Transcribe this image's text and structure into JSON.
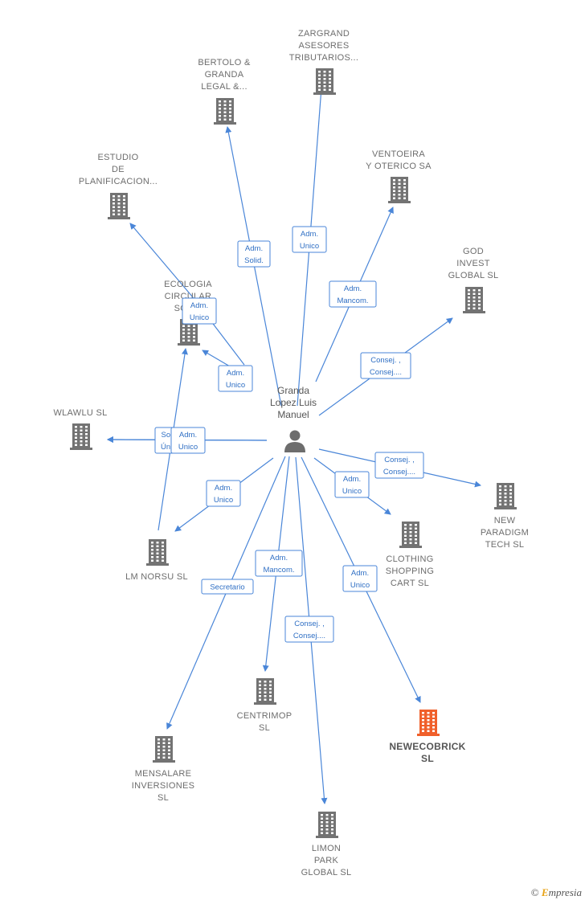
{
  "center": {
    "label": [
      "Granda",
      "Lopez Luis",
      "Manuel"
    ]
  },
  "colors": {
    "building": "#737373",
    "highlight": "#f0602b",
    "edge": "#4a86d8"
  },
  "nodes": [
    {
      "id": "zargrand",
      "label": [
        "ZARGRAND",
        "ASESORES",
        "TRIBUTARIOS..."
      ]
    },
    {
      "id": "bertolo",
      "label": [
        "BERTOLO &",
        "GRANDA",
        "LEGAL &..."
      ]
    },
    {
      "id": "estudio",
      "label": [
        "ESTUDIO",
        "DE",
        "PLANIFICACION..."
      ]
    },
    {
      "id": "ventoeira",
      "label": [
        "VENTOEIRA",
        "Y OTERICO SA"
      ]
    },
    {
      "id": "god",
      "label": [
        "GOD",
        "INVEST",
        "GLOBAL  SL"
      ]
    },
    {
      "id": "ecologia",
      "label": [
        "ECOLOGIA",
        "CIRCULAR",
        "SOC..."
      ]
    },
    {
      "id": "wlawlu",
      "label": [
        "WLAWLU  SL"
      ]
    },
    {
      "id": "lmnorsu",
      "label": [
        "LM NORSU  SL"
      ]
    },
    {
      "id": "newparadigm",
      "label": [
        "NEW",
        "PARADIGM",
        "TECH  SL"
      ]
    },
    {
      "id": "clothing",
      "label": [
        "CLOTHING",
        "SHOPPING",
        "CART  SL"
      ]
    },
    {
      "id": "centrimop",
      "label": [
        "CENTRIMOP",
        "SL"
      ]
    },
    {
      "id": "newecobrick",
      "label": [
        "NEWECOBRICK",
        "SL"
      ],
      "highlight": true
    },
    {
      "id": "mensalare",
      "label": [
        "MENSALARE",
        "INVERSIONES",
        "SL"
      ]
    },
    {
      "id": "limonpark",
      "label": [
        "LIMON",
        "PARK",
        "GLOBAL  SL"
      ]
    }
  ],
  "edges": [
    {
      "to": "zargrand",
      "label": [
        "Adm.",
        "Unico"
      ]
    },
    {
      "to": "bertolo",
      "label": [
        "Adm.",
        "Solid."
      ]
    },
    {
      "to": "estudio",
      "label": [
        "Adm.",
        "Unico"
      ]
    },
    {
      "to": "ventoeira",
      "label": [
        "Adm.",
        "Mancom."
      ]
    },
    {
      "to": "god",
      "label": [
        "Consej. ,",
        "Consej...."
      ]
    },
    {
      "to": "ecologia",
      "label": [
        "Adm.",
        "Unico"
      ]
    },
    {
      "to": "wlawlu",
      "label": [
        "Soc.",
        "Ún..."
      ]
    },
    {
      "to": "wlawlu",
      "label": [
        "Adm.",
        "Unico"
      ]
    },
    {
      "to": "lmnorsu",
      "label": [
        "Adm.",
        "Unico"
      ]
    },
    {
      "to": "ecologia",
      "label": []
    },
    {
      "to": "newparadigm",
      "label": [
        "Consej. ,",
        "Consej...."
      ]
    },
    {
      "to": "clothing",
      "label": [
        "Adm.",
        "Unico"
      ]
    },
    {
      "to": "centrimop",
      "label": [
        "Adm.",
        "Mancom."
      ]
    },
    {
      "to": "newecobrick",
      "label": [
        "Adm.",
        "Unico"
      ]
    },
    {
      "to": "mensalare",
      "label": [
        "Secretario"
      ]
    },
    {
      "to": "limonpark",
      "label": [
        "Consej. ,",
        "Consej...."
      ]
    }
  ],
  "footer": {
    "copyright": "©",
    "brand_initial": "E",
    "brand_rest": "mpresia"
  }
}
